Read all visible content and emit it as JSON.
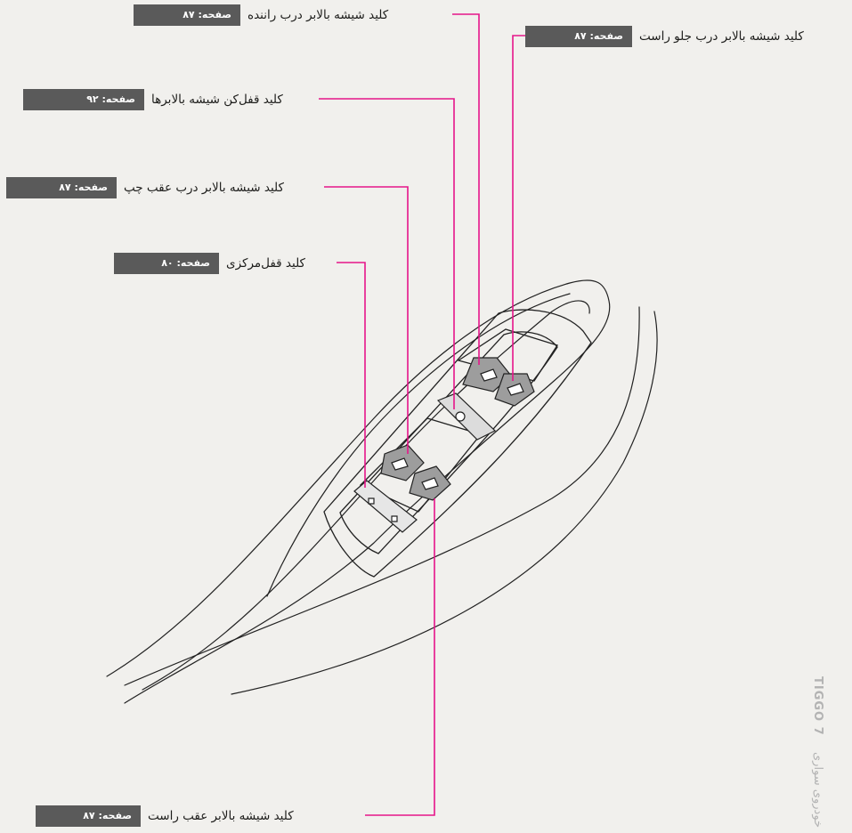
{
  "colors": {
    "leader": "#e6158a",
    "badge_bg": "#5a5a5a",
    "outline": "#222222",
    "paper": "#f1f0ed",
    "side_text": "#b3b3b3"
  },
  "callouts": [
    {
      "id": "driver-window",
      "label": "کلید شیشه بالابر درب راننده",
      "page": "صفحه: ۸۷"
    },
    {
      "id": "front-right-window",
      "label": "کلید شیشه بالابر درب جلو راست",
      "page": "صفحه: ۸۷"
    },
    {
      "id": "window-lock",
      "label": "کلید قفل‌کن شیشه بالابرها",
      "page": "صفحه: ۹۲"
    },
    {
      "id": "rear-left-window",
      "label": "کلید شیشه بالابر درب عقب چپ",
      "page": "صفحه: ۸۷"
    },
    {
      "id": "central-lock",
      "label": "کلید قفل‌مرکزی",
      "page": "صفحه: ۸۰"
    },
    {
      "id": "rear-right-window",
      "label": "کلید شیشه بالابر عقب راست",
      "page": "صفحه: ۸۷"
    }
  ],
  "side_text": {
    "brand": "TIGGO 7",
    "subtitle": "خودروی سواری"
  }
}
